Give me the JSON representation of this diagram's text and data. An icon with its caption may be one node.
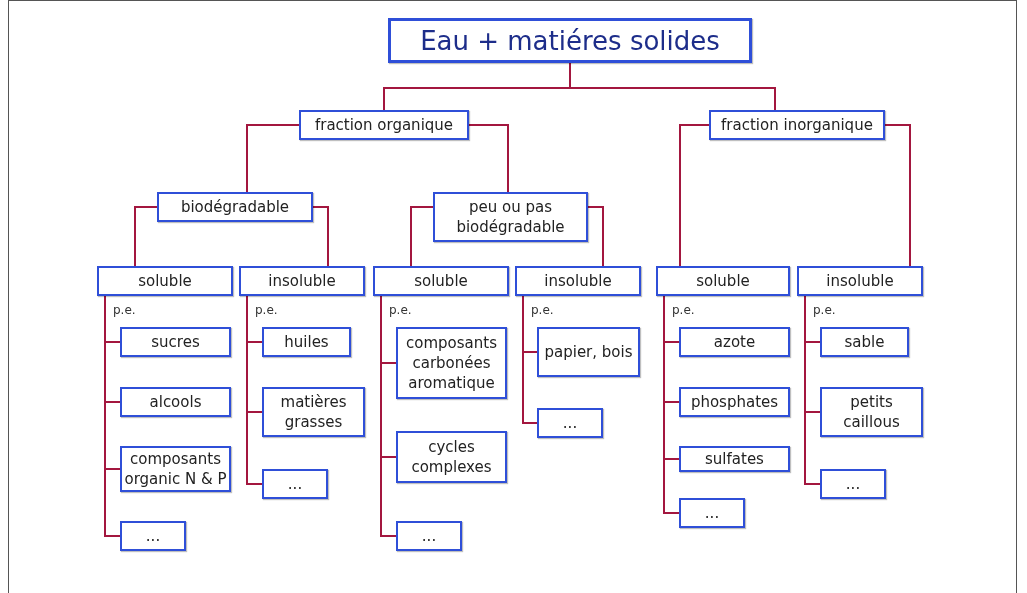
{
  "diagram": {
    "nodes": [
      {
        "text": [
          "Eau + matiéres solides"
        ]
      },
      {
        "text": [
          "fraction organique"
        ]
      },
      {
        "text": [
          "fraction inorganique"
        ]
      },
      {
        "text": [
          "biodégradable"
        ]
      },
      {
        "text": [
          "peu ou pas biodégradable"
        ]
      },
      {
        "text": [
          "soluble"
        ]
      },
      {
        "text": [
          "insoluble"
        ]
      },
      {
        "text": [
          "soluble"
        ]
      },
      {
        "text": [
          "insoluble"
        ]
      },
      {
        "text": [
          "soluble"
        ]
      },
      {
        "text": [
          "insoluble"
        ]
      },
      {
        "text": [
          "sucres"
        ]
      },
      {
        "text": [
          "alcools"
        ]
      },
      {
        "text": [
          "composants organic N & P"
        ]
      },
      {
        "text": [
          "..."
        ]
      },
      {
        "text": [
          "huiles"
        ]
      },
      {
        "text": [
          "matières grasses"
        ]
      },
      {
        "text": [
          "..."
        ]
      },
      {
        "text": [
          "composants carbonées aromatique"
        ]
      },
      {
        "text": [
          "cycles complexes"
        ]
      },
      {
        "text": [
          "..."
        ]
      },
      {
        "text": [
          "papier, bois"
        ]
      },
      {
        "text": [
          "..."
        ]
      },
      {
        "text": [
          "azote"
        ]
      },
      {
        "text": [
          "phosphates"
        ]
      },
      {
        "text": [
          "sulfates"
        ]
      },
      {
        "text": [
          "..."
        ]
      },
      {
        "text": [
          "sable"
        ]
      },
      {
        "text": [
          "petits caillous"
        ]
      },
      {
        "text": [
          "..."
        ]
      }
    ],
    "edges": [
      {
        "from": 0,
        "to": 1,
        "arrow": "none"
      },
      {
        "from": 0,
        "to": 2,
        "arrow": "none"
      },
      {
        "from": 1,
        "to": 3,
        "arrow": "none"
      },
      {
        "from": 1,
        "to": 4,
        "arrow": "none"
      },
      {
        "from": 2,
        "to": 9,
        "arrow": "none"
      },
      {
        "from": 2,
        "to": 10,
        "arrow": "none"
      },
      {
        "from": 3,
        "to": 5,
        "arrow": "none"
      },
      {
        "from": 3,
        "to": 6,
        "arrow": "none"
      },
      {
        "from": 4,
        "to": 7,
        "arrow": "none"
      },
      {
        "from": 4,
        "to": 8,
        "arrow": "none"
      },
      {
        "from": 5,
        "to": 11,
        "arrow": "none"
      },
      {
        "from": 5,
        "to": 12,
        "arrow": "none"
      },
      {
        "from": 5,
        "to": 13,
        "arrow": "none"
      },
      {
        "from": 5,
        "to": 14,
        "arrow": "none"
      },
      {
        "from": 6,
        "to": 15,
        "arrow": "none"
      },
      {
        "from": 6,
        "to": 16,
        "arrow": "none"
      },
      {
        "from": 6,
        "to": 17,
        "arrow": "none"
      },
      {
        "from": 7,
        "to": 18,
        "arrow": "none"
      },
      {
        "from": 7,
        "to": 19,
        "arrow": "none"
      },
      {
        "from": 7,
        "to": 20,
        "arrow": "none"
      },
      {
        "from": 8,
        "to": 21,
        "arrow": "none"
      },
      {
        "from": 8,
        "to": 22,
        "arrow": "none"
      },
      {
        "from": 9,
        "to": 23,
        "arrow": "none"
      },
      {
        "from": 9,
        "to": 24,
        "arrow": "none"
      },
      {
        "from": 9,
        "to": 25,
        "arrow": "none"
      },
      {
        "from": 9,
        "to": 26,
        "arrow": "none"
      },
      {
        "from": 10,
        "to": 27,
        "arrow": "none"
      },
      {
        "from": 10,
        "to": 28,
        "arrow": "none"
      },
      {
        "from": 10,
        "to": 29,
        "arrow": "none"
      }
    ],
    "labels": [
      "p.e.",
      "p.e.",
      "p.e.",
      "p.e.",
      "p.e.",
      "p.e."
    ]
  }
}
